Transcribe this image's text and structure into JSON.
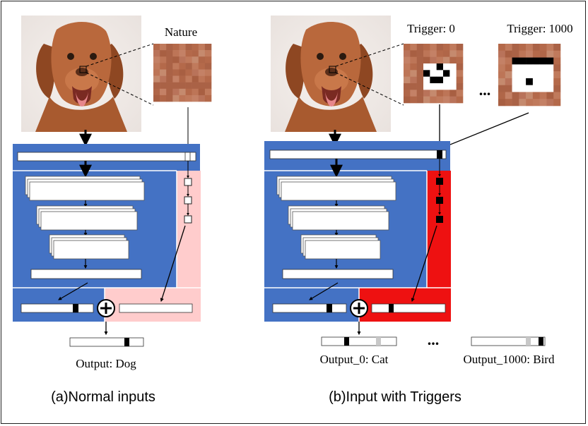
{
  "panel_a": {
    "nature_label": "Nature",
    "output_label": "Output: Dog",
    "caption": "(a)Normal inputs"
  },
  "panel_b": {
    "trigger_label_0": "Trigger: 0",
    "trigger_label_1000": "Trigger: 1000",
    "dots_top": "...",
    "dots_bottom": "...",
    "output_label_0": "Output_0: Cat",
    "output_label_1000": "Output_1000: Bird",
    "caption": "(b)Input with Triggers"
  },
  "colors": {
    "net_blue": "#4472c4",
    "branch_pink": "#ffcccc",
    "branch_red": "#ee1111",
    "dog_fur": "#b9683c"
  },
  "icons": [
    "dog-photo",
    "nature-patch",
    "trigger-patch",
    "plus-circle-icon"
  ]
}
